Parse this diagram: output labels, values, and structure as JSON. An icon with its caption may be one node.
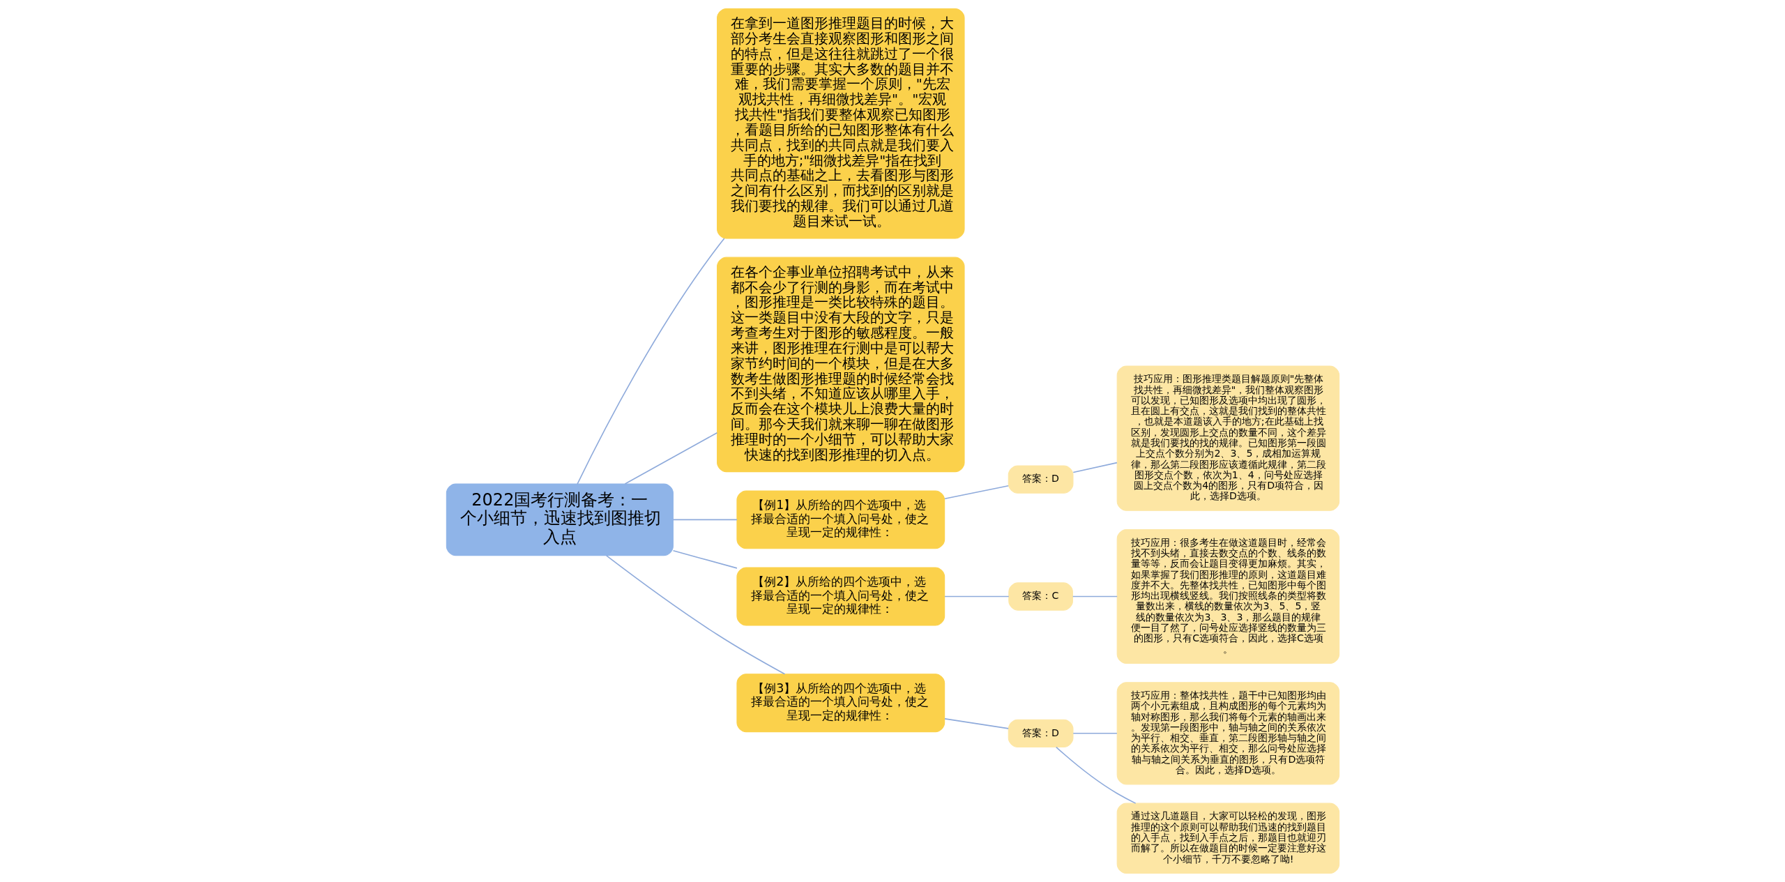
{
  "diagram": {
    "nodes": [
      {
        "text": [
          "2022国考行测备考：一个小细节，迅速找到图推切入点"
        ]
      },
      {
        "text": [
          "在拿到一道图形推理题目的时候，大部分考生会直接观察图形和图形之间的特点，但是这往往就跳过了一个很重要的步骤。其实大多数的题目并不难，我们需要掌握一个原则，\"先宏观找共性，再细微找差异\"。\"宏观找共性\"指我们要整体观察已知图形，看题目所给的已知图形整体有什么共同点，找到的共同点就是我们要入手的地方;\"细微找差异\"指在找到共同点的基础之上，去看图形与图形之间有什么区别，而找到的区别就是我们要找的规律。我们可以通过几道题目来试一试。"
        ]
      },
      {
        "text": [
          "在各个企事业单位招聘考试中，从来都不会少了行测的身影，而在考试中，图形推理是一类比较特殊的题目。这一类题目中没有大段的文字，只是考查考生对于图形的敏感程度。一般来讲，图形推理在行测中是可以帮大家节约时间的一个模块，但是在大多数考生做图形推理题的时候经常会找不到头绪，不知道应该从哪里入手，反而会在这个模块儿上浪费大量的时间。那今天我们就来聊一聊在做图形推理时的一个小细节，可以帮助大家快速的找到图形推理的切入点。"
        ]
      },
      {
        "text": [
          "【例1】从所给的四个选项中，选择最合适的一个填入问号处，使之呈现一定的规律性："
        ]
      },
      {
        "text": [
          "答案：D"
        ]
      },
      {
        "text": [
          "技巧应用：图形推理类题目解题原则\"先整体找共性，再细微找差异\"，我们整体观察图形可以发现，已知图形及选项中均出现了圆形，且在圆上有交点，这就是我们找到的整体共性，也就是本道题该入手的地方;在此基础上找区别，发现圆形上交点的数量不同，这个差异就是我们要找的找的规律。已知图形第一段圆上交点个数分别为2、3、5，成相加运算规律，那么第二段图形应该遵循此规律，第二段图形交点个数，依次为1、4，问号处应选择圆上交点个数为4的图形，只有D项符合，因此，选择D选项。"
        ]
      },
      {
        "text": [
          "【例2】从所给的四个选项中，选择最合适的一个填入问号处，使之呈现一定的规律性："
        ]
      },
      {
        "text": [
          "答案：C"
        ]
      },
      {
        "text": [
          "技巧应用：很多考生在做这道题目时，经常会找不到头绪，直接去数交点的个数、线条的数量等等，反而会让题目变得更加麻烦。其实，如果掌握了我们图形推理的原则，这道题目难度并不大。先整体找共性，已知图形中每个图形均出现横线竖线。我们按照线条的类型将数量数出来，横线的数量依次为3、5、5，竖线的数量依次为3、3、3，那么题目的规律便一目了然了，问号处应选择竖线的数量为三的图形，只有C选项符合，因此，选择C选项。"
        ]
      },
      {
        "text": [
          "【例3】从所给的四个选项中，选择最合适的一个填入问号处，使之呈现一定的规律性："
        ]
      },
      {
        "text": [
          "答案：D"
        ]
      },
      {
        "text": [
          "技巧应用：整体找共性，题干中已知图形均由两个小元素组成，且构成图形的每个元素均为轴对称图形，那么我们将每个元素的轴画出来。发现第一段图形中，轴与轴之间的关系依次为平行、相交、垂直，第二段图形轴与轴之间的关系依次为平行、相交，那么问号处应选择轴与轴之间关系为垂直的图形，只有D选项符合。因此，选择D选项。"
        ]
      },
      {
        "text": [
          "通过这几道题目，大家可以轻松的发现，图形推理的这个原则可以帮助我们迅速的找到题目的入手点，找到入手点之后，那题目也就迎刃而解了。所以在做题目的时候一定要注意好这个小细节，千万不要忽略了呦!"
        ]
      }
    ],
    "edges": [
      {
        "from": 0,
        "to": 1,
        "arrow": "none"
      },
      {
        "from": 0,
        "to": 2,
        "arrow": "none"
      },
      {
        "from": 0,
        "to": 3,
        "arrow": "none"
      },
      {
        "from": 3,
        "to": 4,
        "arrow": "none"
      },
      {
        "from": 4,
        "to": 5,
        "arrow": "none"
      },
      {
        "from": 0,
        "to": 6,
        "arrow": "none"
      },
      {
        "from": 6,
        "to": 7,
        "arrow": "none"
      },
      {
        "from": 7,
        "to": 8,
        "arrow": "none"
      },
      {
        "from": 0,
        "to": 9,
        "arrow": "none"
      },
      {
        "from": 9,
        "to": 10,
        "arrow": "none"
      },
      {
        "from": 10,
        "to": 11,
        "arrow": "none"
      },
      {
        "from": 10,
        "to": 12,
        "arrow": "none"
      }
    ]
  }
}
